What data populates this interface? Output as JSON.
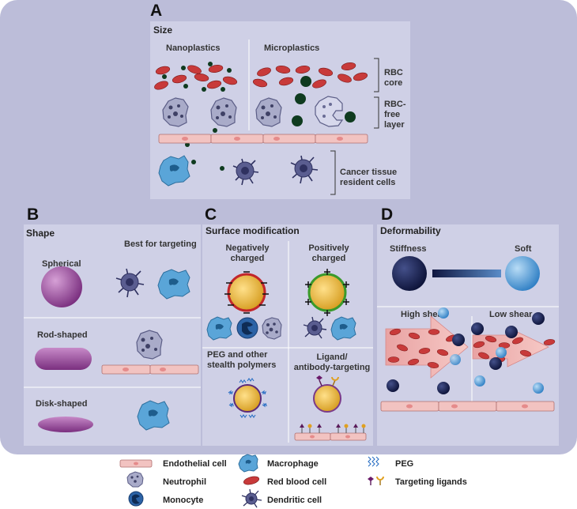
{
  "panels": {
    "a": {
      "letter": "A",
      "title": "Size",
      "col_left": "Nanoplastics",
      "col_right": "Microplastics",
      "zone_rbc": "RBC core",
      "zone_rbc_line1": "RBC",
      "zone_rbc_line2": "core",
      "zone_free_line1": "RBC-",
      "zone_free_line2": "free",
      "zone_free_line3": "layer",
      "zone_tissue_line1": "Cancer tissue",
      "zone_tissue_line2": "resident cells"
    },
    "b": {
      "letter": "B",
      "title": "Shape",
      "best": "Best for targeting",
      "rows": [
        "Spherical",
        "Rod-shaped",
        "Disk-shaped"
      ]
    },
    "c": {
      "letter": "C",
      "title": "Surface modification",
      "neg_line1": "Negatively",
      "neg_line2": "charged",
      "pos_line1": "Positively",
      "pos_line2": "charged",
      "peg_line1": "PEG and other",
      "peg_line2": "stealth polymers",
      "lig_line1": "Ligand/",
      "lig_line2": "antibody-targeting"
    },
    "d": {
      "letter": "D",
      "title": "Deformability",
      "stiff": "Stiffness",
      "soft": "Soft",
      "high": "High shear",
      "low": "Low shear"
    }
  },
  "legend": {
    "endothelial": "Endothelial cell",
    "neutrophil": "Neutrophil",
    "monocyte": "Monocyte",
    "macrophage": "Macrophage",
    "rbc": "Red blood cell",
    "dendritic": "Dendritic cell",
    "peg": "PEG",
    "ligands": "Targeting ligands"
  }
}
